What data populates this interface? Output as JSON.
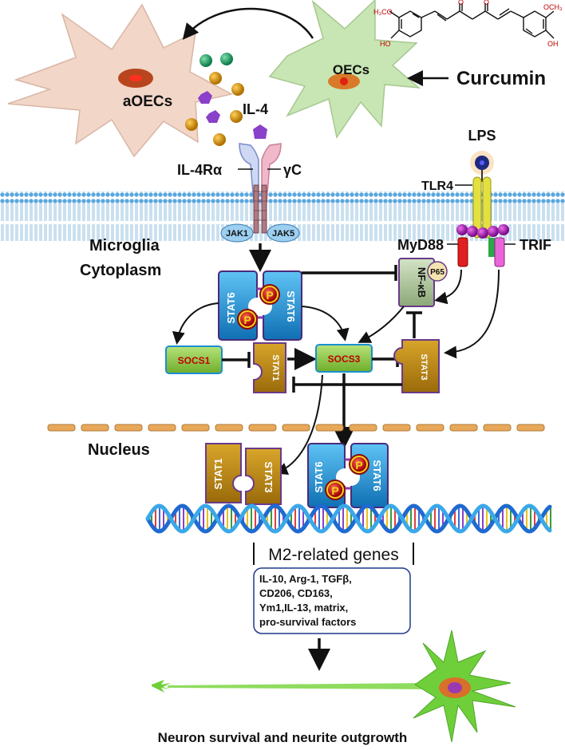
{
  "labels": {
    "curcumin": "Curcumin",
    "oecs": "OECs",
    "aoecs": "aOECs",
    "il4": "IL-4",
    "il4ra": "IL-4Rα",
    "gamma_c": "γC",
    "lps": "LPS",
    "tlr4": "TLR4",
    "jak1": "JAK1",
    "jak5": "JAK5",
    "microglia": "Microglia",
    "cytoplasm": "Cytoplasm",
    "myd88": "MyD88",
    "trif": "TRIF",
    "nfkb": "NF-κB",
    "p65": "P65",
    "stat6": "STAT6",
    "phospho": "P",
    "socs1": "SOCS1",
    "socs3": "SOCS3",
    "stat1": "STAT1",
    "stat3": "STAT3",
    "nucleus": "Nucleus",
    "m2_genes": "M2-related genes",
    "genes_list": [
      "IL-10, Arg-1, TGFβ,",
      "CD206, CD163,",
      "Ym1,IL-13, matrix,",
      "pro-survival factors"
    ],
    "outcome": "Neuron survival and neurite outgrowth"
  },
  "molecule": {
    "h3co": "H₃CO",
    "och3": "OCH₃",
    "ho": "HO",
    "oh": "OH",
    "o": "O"
  },
  "colors": {
    "membrane_head": "#5aa7dd",
    "stat6": "#1a8fd0",
    "stat_gold": "#b8860b",
    "socs_green": "#8cc63f",
    "nfkb": "#a9c49a",
    "phospho_red": "#c0140c",
    "phospho_yellow": "#f4d21c",
    "oec_cell": "#c8e6b4",
    "aoec_cell": "#f2d6c8",
    "neuron": "#6fcf3a",
    "tlr4": "#e4e040",
    "myd88": "#e02020",
    "trif": "#e866d8",
    "il4_purple": "#8a40c8",
    "nucleus_dash": "#e0a050"
  }
}
